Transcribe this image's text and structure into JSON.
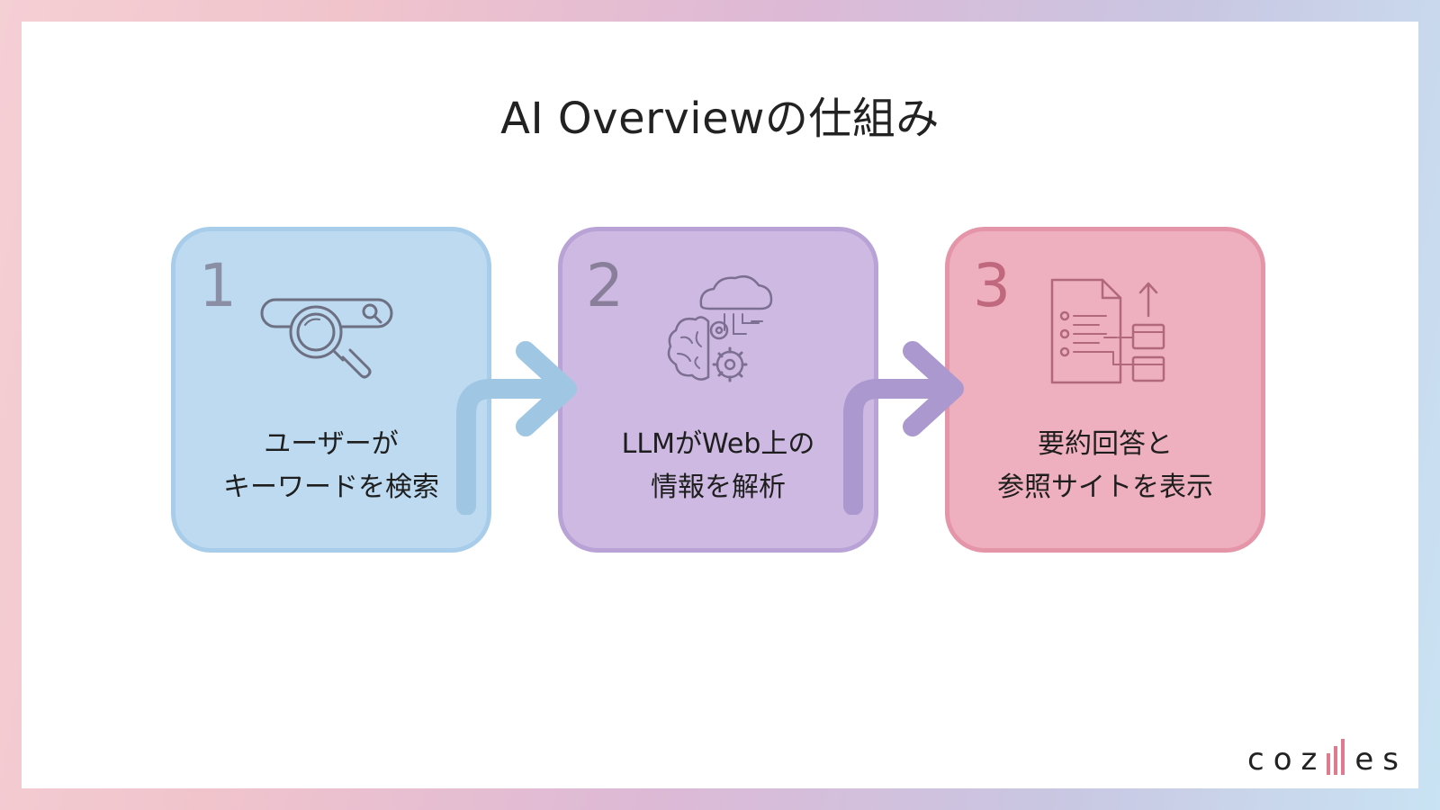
{
  "title": "AI Overviewの仕組み",
  "steps": [
    {
      "number": "1",
      "line1": "ユーザーが",
      "line2": "キーワードを検索",
      "icon": "search-bar-magnifier-icon"
    },
    {
      "number": "2",
      "line1": "LLMがWeb上の",
      "line2": "情報を解析",
      "icon": "brain-cloud-gears-icon"
    },
    {
      "number": "3",
      "line1": "要約回答と",
      "line2": "参照サイトを表示",
      "icon": "document-sites-icon"
    }
  ],
  "logo": {
    "left": "coz",
    "right": "es"
  },
  "colors": {
    "step1_fill": "#bddaf0",
    "step2_fill": "#cdb9e1",
    "step3_fill": "#eeb0bf",
    "arrow1": "#9fc6e3",
    "arrow2": "#ab98cf",
    "logo_accent": "#e07a8e"
  }
}
